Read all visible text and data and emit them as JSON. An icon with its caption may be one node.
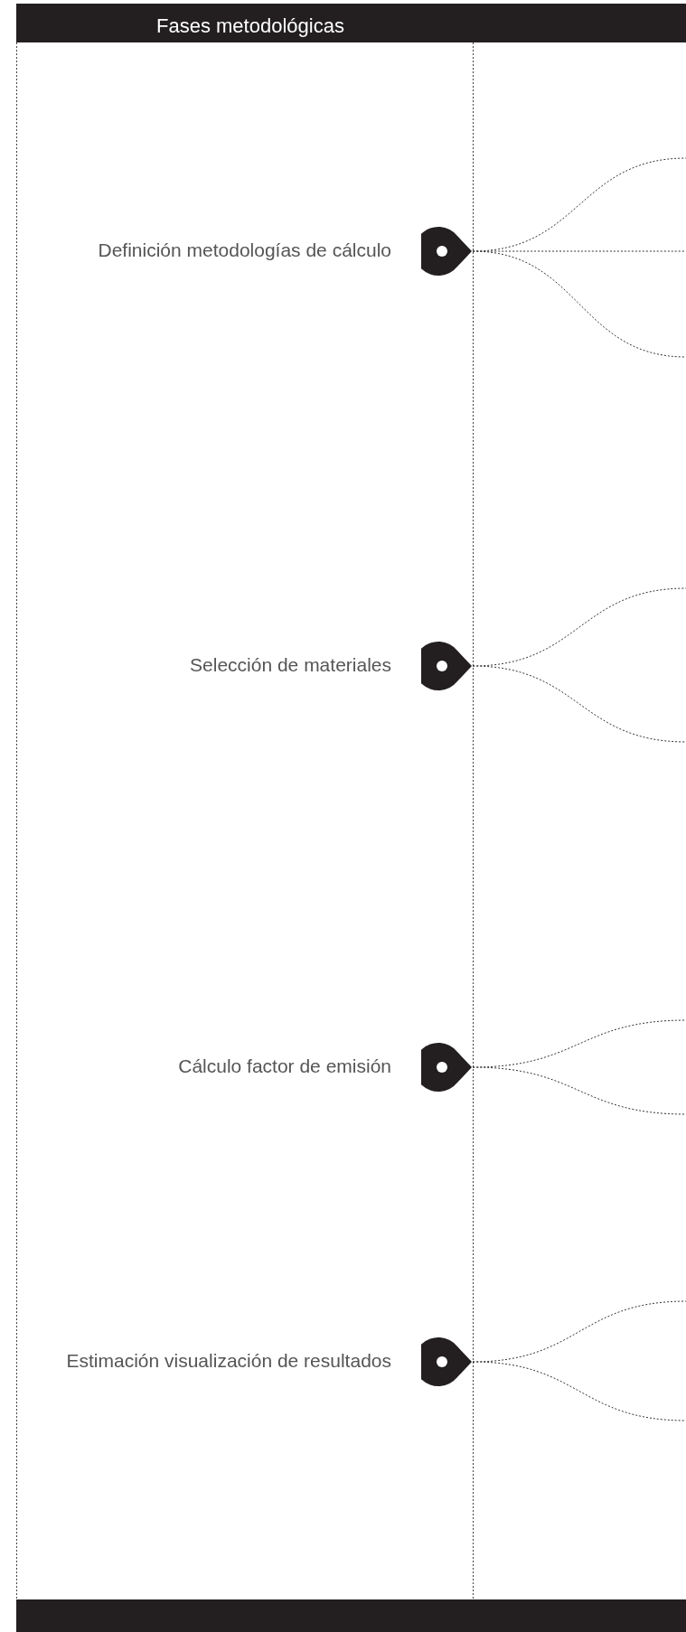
{
  "diagram": {
    "title": "Fases metodológicas",
    "nodes": [
      {
        "text": [],
        "shape": "pin",
        "beside": [
          "Definición metodologías de cálculo"
        ]
      },
      {
        "text": [],
        "shape": "pin",
        "beside": [
          "Selección de materiales"
        ]
      },
      {
        "text": [],
        "shape": "pin",
        "beside": [
          "Cálculo factor de emisión"
        ]
      },
      {
        "text": [],
        "shape": "pin",
        "beside": [
          "Estimación visualización de resultados"
        ]
      }
    ],
    "edges": [
      {
        "from": 0,
        "to": null,
        "arrow": "none"
      },
      {
        "from": 0,
        "to": null,
        "arrow": "none"
      },
      {
        "from": 0,
        "to": null,
        "arrow": "none"
      },
      {
        "from": 1,
        "to": null,
        "arrow": "none"
      },
      {
        "from": 1,
        "to": null,
        "arrow": "none"
      },
      {
        "from": 2,
        "to": null,
        "arrow": "none"
      },
      {
        "from": 2,
        "to": null,
        "arrow": "none"
      },
      {
        "from": 3,
        "to": null,
        "arrow": "none"
      },
      {
        "from": 3,
        "to": null,
        "arrow": "none"
      }
    ]
  }
}
